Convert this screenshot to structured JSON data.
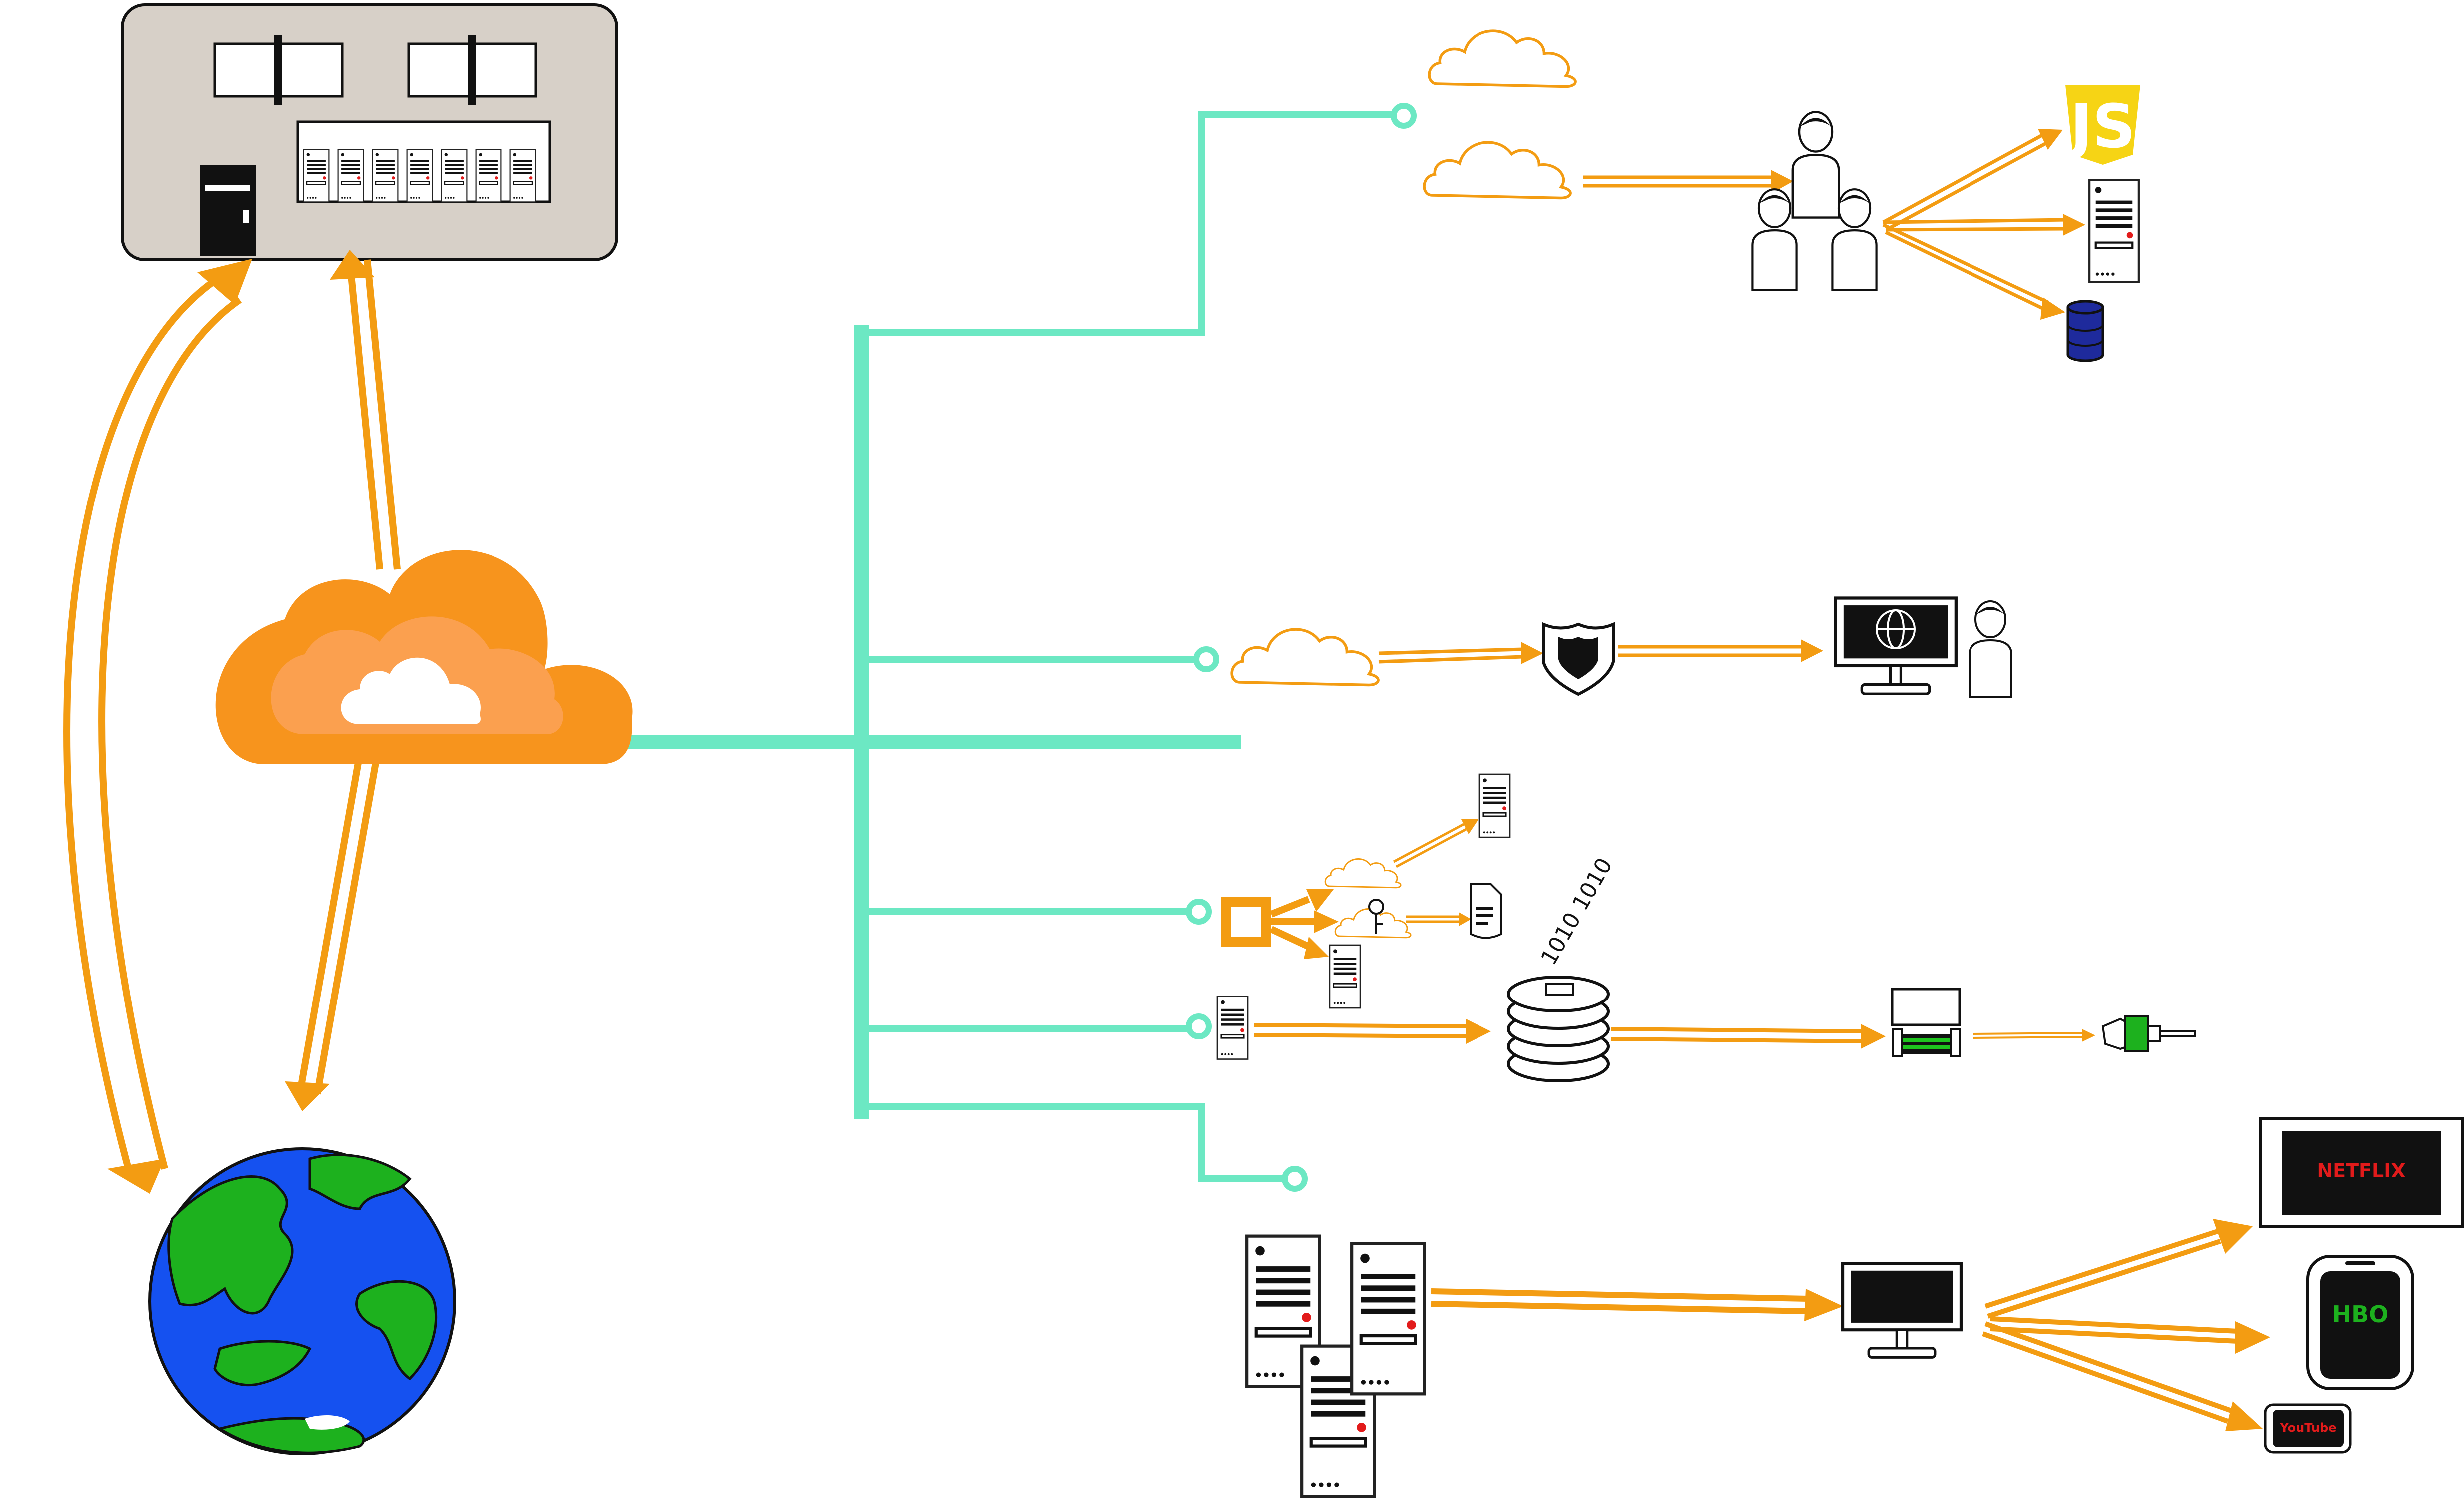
{
  "colors": {
    "accent_orange": "#f39c12",
    "cloud_orange": "#f7941d",
    "cloud_orange_light": "#fba04f",
    "connector_teal": "#6ce8c3",
    "datacenter_bg": "#d7d0c8",
    "globe_blue": "#1551f0",
    "globe_green": "#1db11e",
    "js_yellow": "#f6d415",
    "db_navy": "#1e2a9c",
    "terminal_green": "#1ec51e",
    "led_red": "#e21b1b"
  },
  "icons": {
    "datacenter": "datacenter-building-icon",
    "hub_cloud": "cloud-platform-icon",
    "globe": "globe-icon",
    "cloud": "cloud-outline-icon",
    "users": "user-group-icon",
    "user": "user-icon",
    "server": "server-tower-icon",
    "database": "database-icon",
    "shield": "shield-icon",
    "monitor": "monitor-icon",
    "key": "key-icon",
    "document": "document-icon",
    "disk_stack": "disk-stack-icon",
    "binary": "binary-data-icon",
    "terminal": "terminal-icon",
    "robot_hand": "robot-hand-icon",
    "tv": "tv-icon",
    "phone": "phone-icon",
    "tablet": "tablet-icon"
  },
  "labels": {
    "js_badge": "JS",
    "binary_text": "1010 1010",
    "netflix": "NETFLIX",
    "hbo": "HBO",
    "youtube": "YouTube"
  }
}
